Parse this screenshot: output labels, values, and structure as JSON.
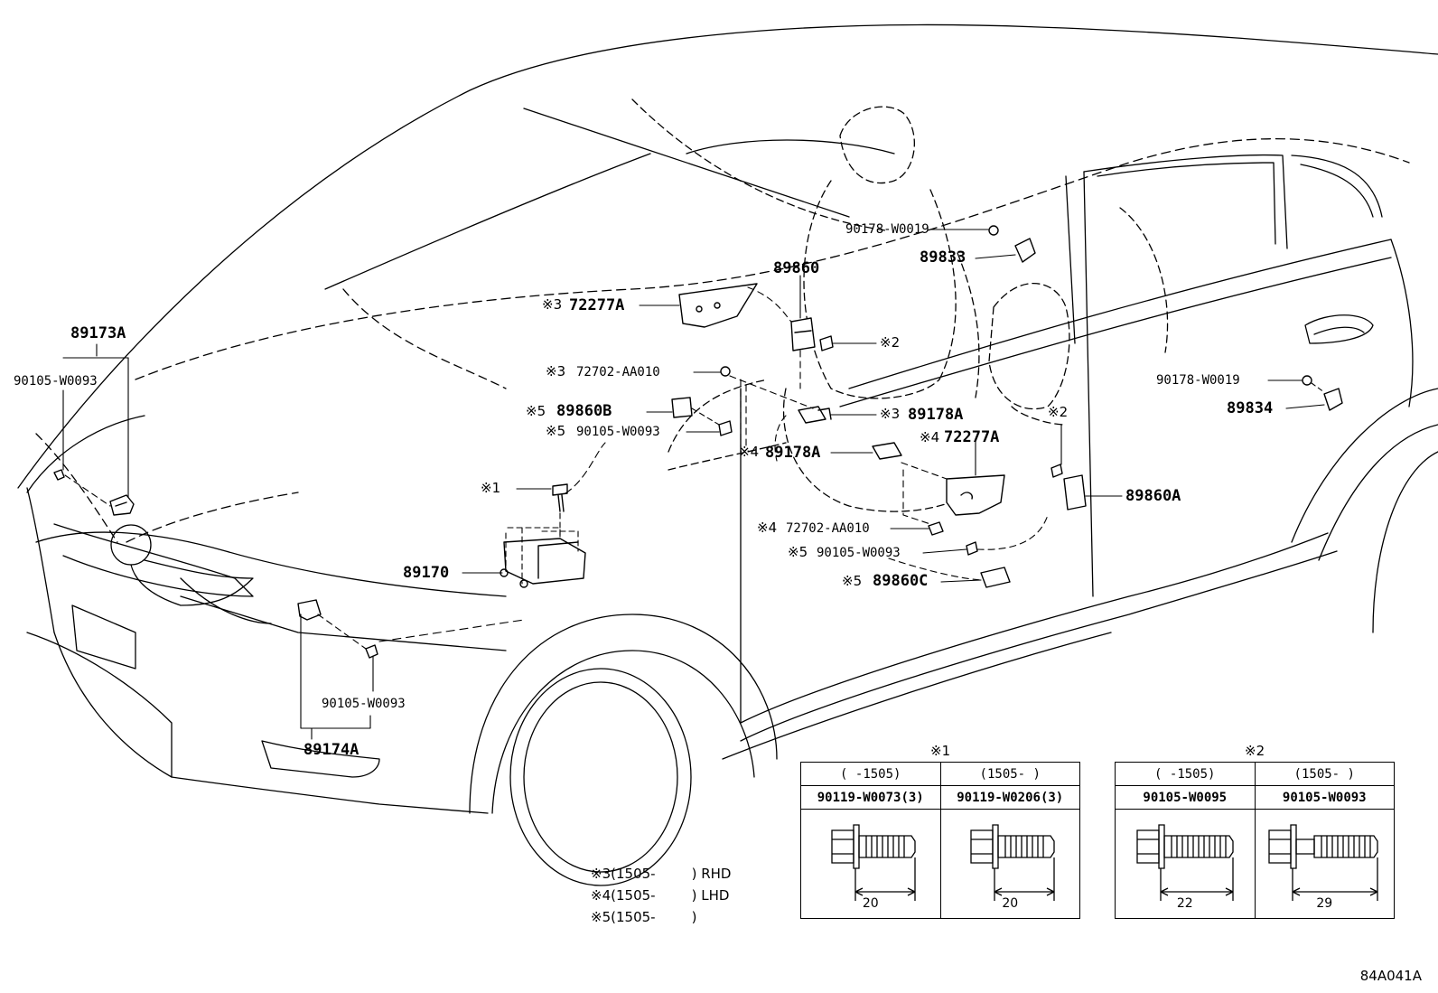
{
  "diagram_code": "84A041A",
  "callouts": {
    "c89173A": "89173A",
    "c90105_left": "90105-W0093",
    "c89174A": "89174A",
    "c90105_front": "90105-W0093",
    "c89170": "89170",
    "c89860": "89860",
    "c90178_top": "90178-W0019",
    "c89833": "89833",
    "c72277A_top": "72277A",
    "c72702_top": "72702-AA010",
    "c89860B": "89860B",
    "c90105_mid": "90105-W0093",
    "c89178A_r": "89178A",
    "c89178A_l": "89178A",
    "c72277A_low": "72277A",
    "c72702_low": "72702-AA010",
    "c90105_low": "90105-W0093",
    "c89860C": "89860C",
    "c89860A": "89860A",
    "c90178_right": "90178-W0019",
    "c89834": "89834"
  },
  "notes": {
    "n3a": "※3",
    "n3b": "※3",
    "n3c": "※3",
    "n4a": "※4",
    "n4b": "※4",
    "n4c": "※4",
    "n5a": "※5",
    "n5b": "※5",
    "n5c": "※5",
    "n5d": "※5",
    "n1": "※1",
    "n2a": "※2",
    "n2b": "※2"
  },
  "legend": [
    {
      "mark": "※3",
      "range": "(1505-",
      "close": ")",
      "side": "RHD"
    },
    {
      "mark": "※4",
      "range": "(1505-",
      "close": ")",
      "side": "LHD"
    },
    {
      "mark": "※5",
      "range": "(1505-",
      "close": ")",
      "side": ""
    }
  ],
  "table1": {
    "title": "※1",
    "columns": [
      {
        "date": "(    -1505)",
        "part": "90119-W0073(3)",
        "length": "20"
      },
      {
        "date": "(1505-    )",
        "part": "90119-W0206(3)",
        "length": "20"
      }
    ]
  },
  "table2": {
    "title": "※2",
    "columns": [
      {
        "date": "(    -1505)",
        "part": "90105-W0095",
        "length": "22"
      },
      {
        "date": "(1505-    )",
        "part": "90105-W0093",
        "length": "29"
      }
    ]
  }
}
